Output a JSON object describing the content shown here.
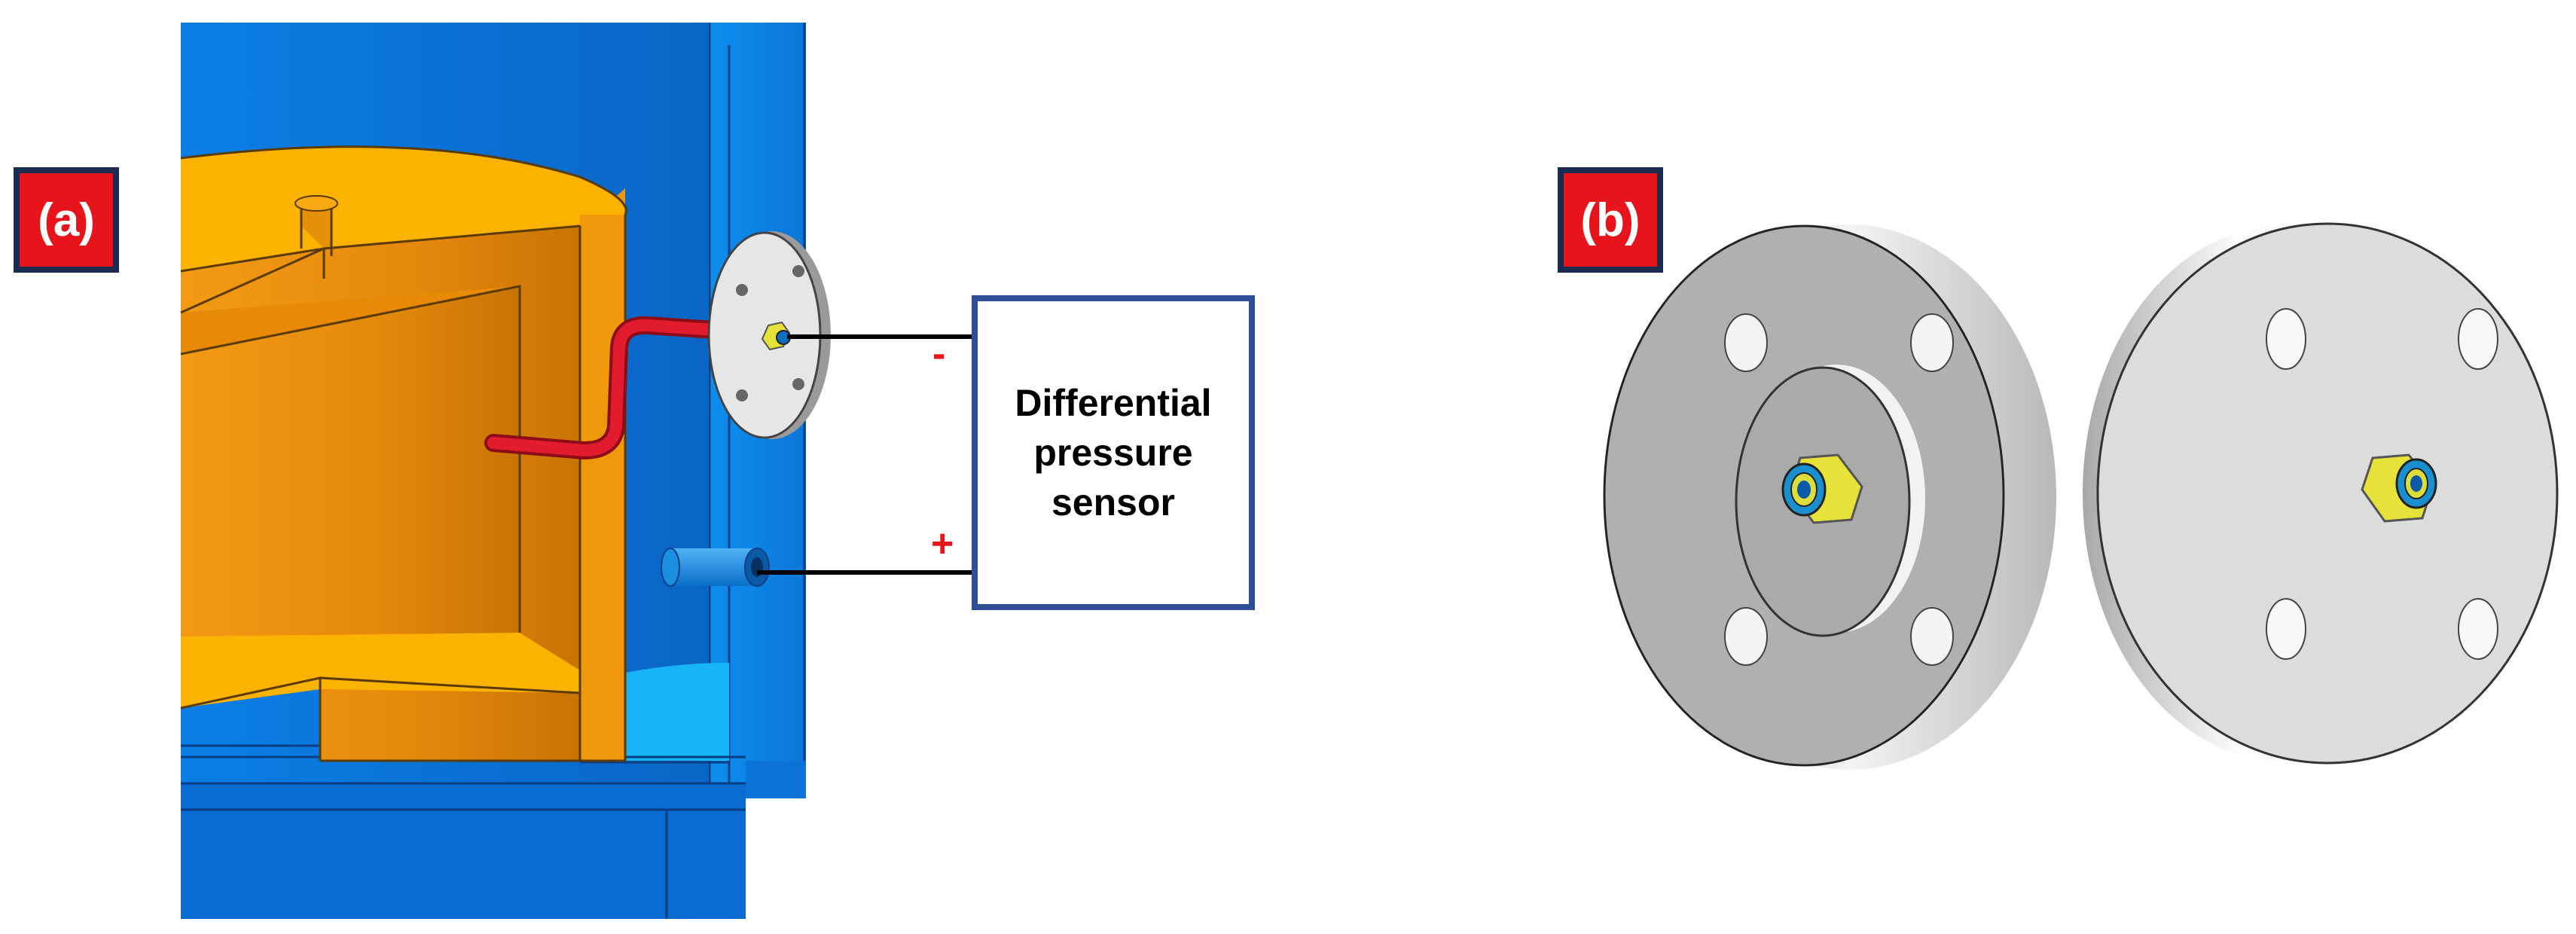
{
  "panels": {
    "a": {
      "label": "(a)"
    },
    "b": {
      "label": "(b)"
    }
  },
  "sensor": {
    "label": "Differential\npressure\nsensor",
    "minus": "-",
    "plus": "+"
  },
  "colors": {
    "vessel_blue": "#0b78e0",
    "vessel_dark": "#0660c0",
    "liner_orange": "#f0920a",
    "liner_top": "#fbb300",
    "tube_red": "#e21c2e",
    "steel_gray": "#b4b4b4",
    "nut_yellow": "#e6e23a",
    "label_red": "#e8141b",
    "label_border": "#1b2a4f",
    "box_border": "#2e4f95"
  }
}
